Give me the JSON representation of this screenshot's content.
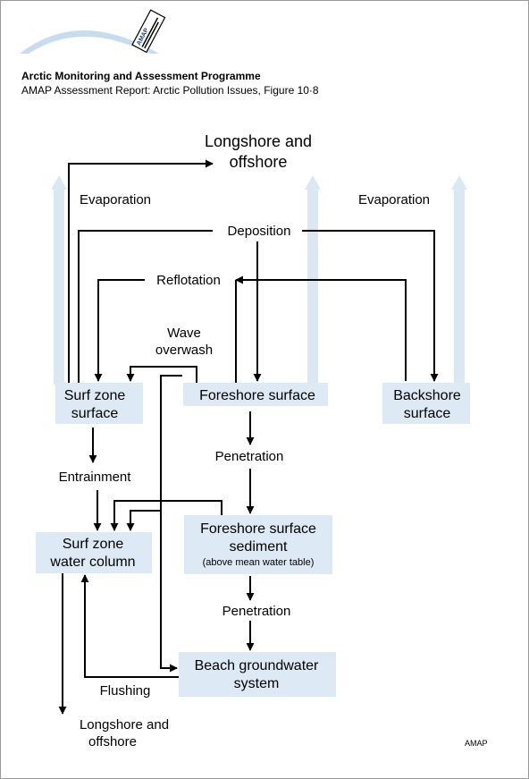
{
  "header": {
    "organization": "Arctic Monitoring and Assessment Programme",
    "report": "AMAP Assessment Report: Arctic Pollution Issues, Figure 10·8",
    "logo_text": "AMAP"
  },
  "diagram": {
    "top_destination": [
      "Longshore and",
      "offshore"
    ],
    "evaporation_left": "Evaporation",
    "evaporation_right": "Evaporation",
    "deposition": "Deposition",
    "reflotation": "Reflotation",
    "wave_overwash": [
      "Wave",
      "overwash"
    ],
    "surf_zone_surface": [
      "Surf zone",
      "surface"
    ],
    "foreshore_surface": "Foreshore surface",
    "backshore_surface": [
      "Backshore",
      "surface"
    ],
    "entrainment": "Entrainment",
    "penetration_1": "Penetration",
    "penetration_2": "Penetration",
    "surf_zone_water_column": [
      "Surf zone",
      "water column"
    ],
    "foreshore_sediment": [
      "Foreshore surface",
      "sediment",
      "(above mean water table)"
    ],
    "beach_groundwater": [
      "Beach groundwater",
      "system"
    ],
    "flushing": "Flushing",
    "bottom_destination": [
      "Longshore and",
      "offshore"
    ]
  },
  "colors": {
    "box_fill": "#dde9f4",
    "evaporation_arrow": "#dbe8f3",
    "logo_arc": "#c8dcee"
  },
  "footer": {
    "credit": "AMAP"
  }
}
